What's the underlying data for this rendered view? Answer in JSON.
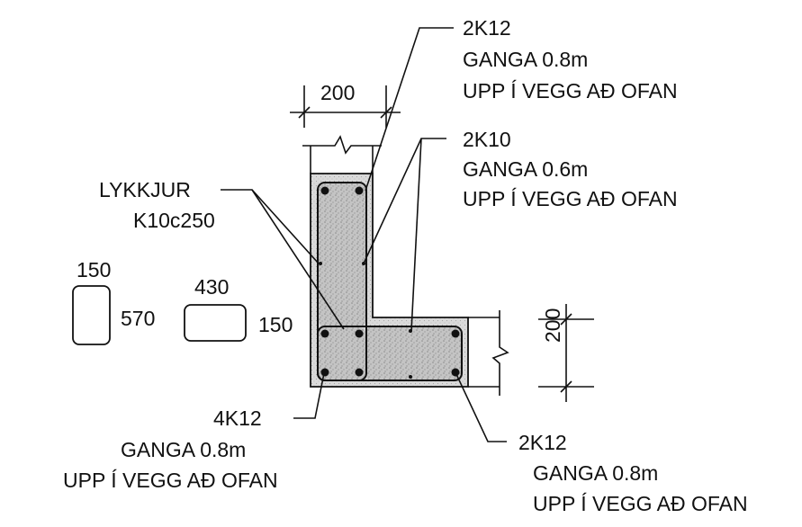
{
  "dimensions": {
    "wall_width": "200",
    "footing_height": "200",
    "stirrup_small_width": "150",
    "stirrup_small_height": "570",
    "stirrup_wide_width": "430",
    "stirrup_wide_height": "150"
  },
  "callouts": {
    "top_bars": {
      "line1": "2K12",
      "line2": "GANGA 0.8m",
      "line3": "UPP Í VEGG AÐ OFAN"
    },
    "mid_bars": {
      "line1": "2K10",
      "line2": "GANGA 0.6m",
      "line3": "UPP Í VEGG AÐ OFAN"
    },
    "stirrups": {
      "line1": "LYKKJUR",
      "line2": "K10c250"
    },
    "corner_bars": {
      "line1": "4K12",
      "line2": "GANGA 0.8m",
      "line3": "UPP Í VEGG AÐ OFAN"
    },
    "toe_bars": {
      "line1": "2K12",
      "line2": "GANGA 0.8m",
      "line3": "UPP Í VEGG AÐ OFAN"
    }
  },
  "colors": {
    "ink": "#111111",
    "concrete": "#c9c9c9",
    "core": "#b5b5b5"
  }
}
